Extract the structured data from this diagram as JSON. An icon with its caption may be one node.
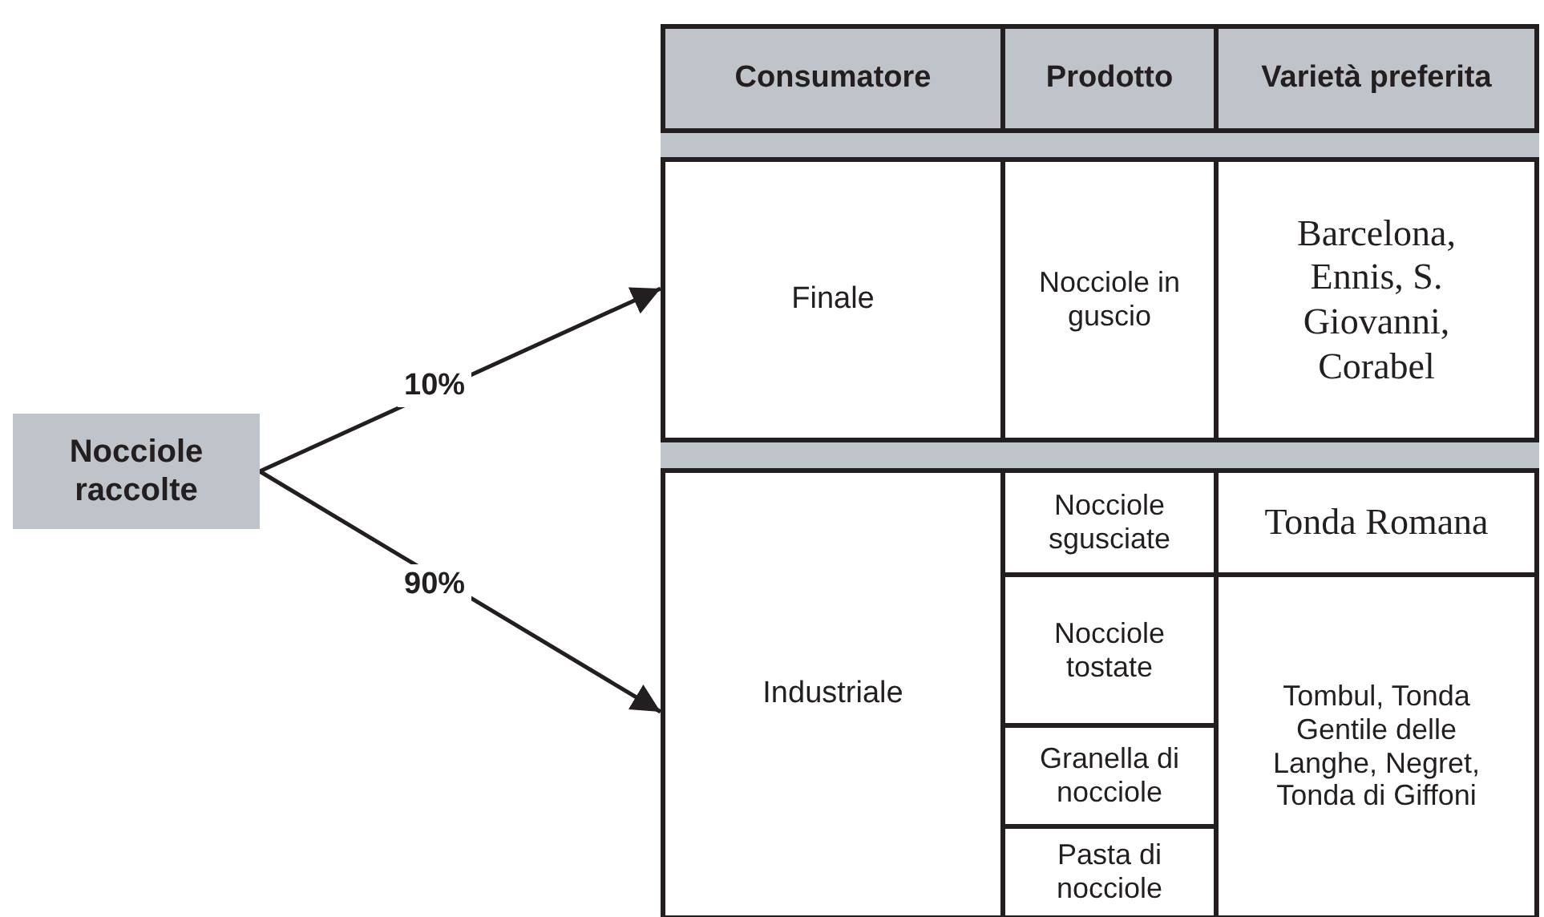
{
  "diagram": {
    "nodes": [
      {
        "text": [
          "Nocciole raccolte"
        ]
      },
      {
        "text": [
          "Finale"
        ]
      },
      {
        "text": [
          "Industriale"
        ]
      },
      {
        "text": [],
        "shape": "bar"
      },
      {
        "text": [],
        "shape": "bar"
      }
    ],
    "edges": [
      {
        "from": 0,
        "to": 1,
        "arrow": "to",
        "label": "10%"
      },
      {
        "from": 0,
        "to": 2,
        "arrow": "to",
        "label": "90%"
      }
    ],
    "labels": [
      "Consumatore",
      "Prodotto",
      "Varietà preferita",
      "Nocciole in guscio",
      "Barcelona, Ennis, S. Giovanni, Corabel",
      "Nocciole sgusciate",
      "Tonda Romana",
      "Nocciole tostate",
      "Tombul, Tonda Gentile delle Langhe, Negret, Tonda di Giffoni",
      "Granella di nocciole",
      "Pasta di nocciole"
    ]
  }
}
